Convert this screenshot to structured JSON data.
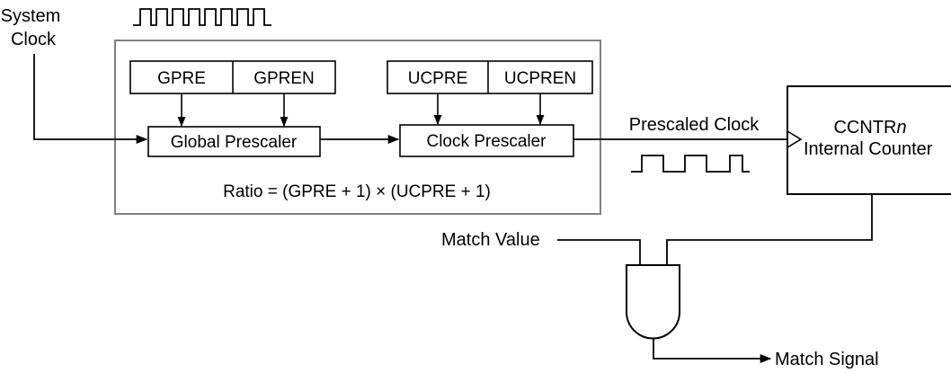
{
  "diagram": {
    "system_clock": {
      "line1": "System",
      "line2": "Clock"
    },
    "registers": {
      "gpre": "GPRE",
      "gpren": "GPREN",
      "ucpre": "UCPRE",
      "ucpren": "UCPREN"
    },
    "blocks": {
      "global_prescaler": "Global Prescaler",
      "clock_prescaler": "Clock Prescaler"
    },
    "ratio_formula": "Ratio = (GPRE + 1) × (UCPRE + 1)",
    "prescaled_clock": "Prescaled Clock",
    "counter": {
      "name_prefix": "CCNTR",
      "name_suffix": "n",
      "line2": "Internal Counter"
    },
    "match_value": "Match Value",
    "match_signal": "Match Signal",
    "colors": {
      "prescaler_frame": "#808080",
      "stroke": "#000000",
      "background": "#ffffff"
    }
  }
}
